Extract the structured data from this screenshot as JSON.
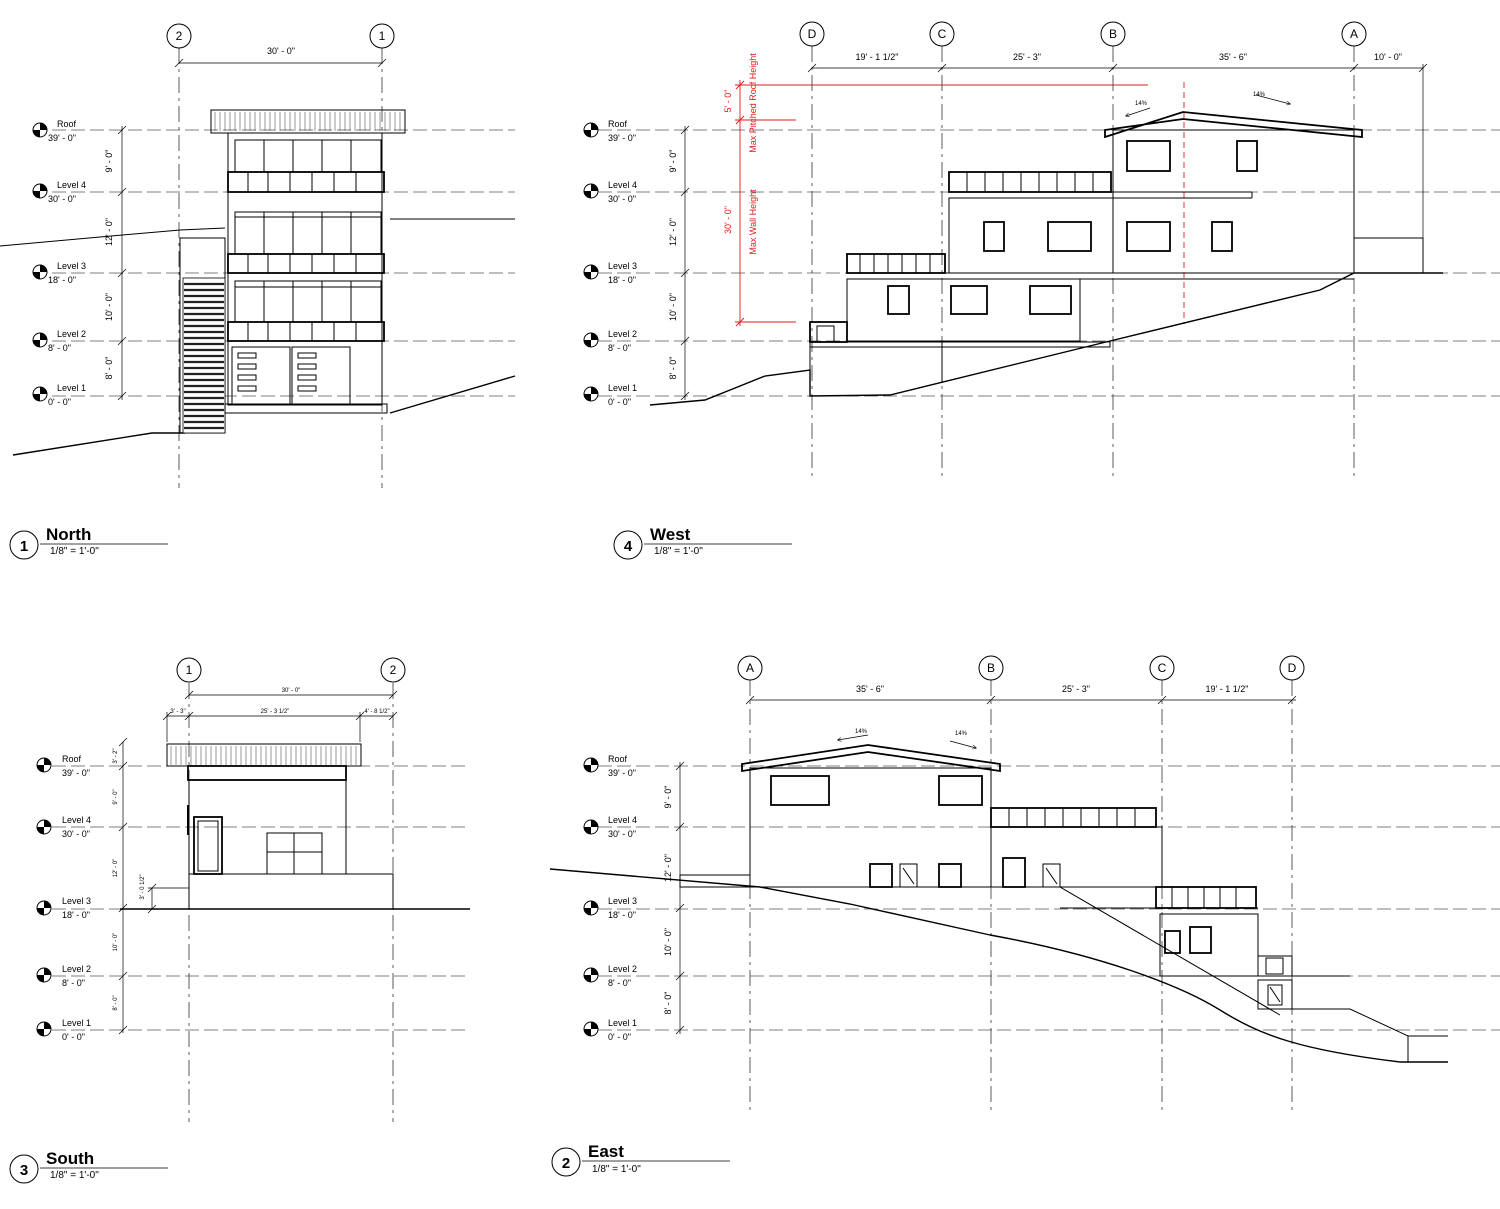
{
  "views": {
    "north": {
      "number": "1",
      "title": "North",
      "scale": "1/8\" = 1'-0\""
    },
    "west": {
      "number": "4",
      "title": "West",
      "scale": "1/8\" = 1'-0\""
    },
    "south": {
      "number": "3",
      "title": "South",
      "scale": "1/8\" = 1'-0\""
    },
    "east": {
      "number": "2",
      "title": "East",
      "scale": "1/8\" = 1'-0\""
    }
  },
  "levels": [
    {
      "name": "Roof",
      "elevation": "39' - 0\""
    },
    {
      "name": "Level 4",
      "elevation": "30' - 0\""
    },
    {
      "name": "Level 3",
      "elevation": "18' - 0\""
    },
    {
      "name": "Level 2",
      "elevation": "8' - 0\""
    },
    {
      "name": "Level 1",
      "elevation": "0' - 0\""
    }
  ],
  "story_heights": [
    "9' - 0\"",
    "12' - 0\"",
    "10' - 0\"",
    "8' - 0\""
  ],
  "grids": {
    "one": "1",
    "two": "2",
    "a": "A",
    "b": "B",
    "c": "C",
    "d": "D"
  },
  "dimensions": {
    "north_width": "30' - 0\"",
    "south_width": "30' - 0\"",
    "south_left": "3' - 3\"",
    "south_mid": "25' - 3 1/2\"",
    "south_right": "4' - 8 1/2\"",
    "south_roof_height": "3' - 2\"",
    "south_step": "3' - 0 1/2\"",
    "d_to_c": "19' - 1 1/2\"",
    "c_to_b": "25' - 3\"",
    "b_to_a": "35' - 6\"",
    "a_to_edge": "10' - 0\""
  },
  "slopes": {
    "roof_left": "14%",
    "roof_right": "14%"
  },
  "west_limits": {
    "roof_allowance": "5' - 0\"",
    "max_pitched_roof_height": "Max Pitched Roof Height",
    "wall_height": "30' - 0\"",
    "max_wall_height": "Max Wall Height"
  },
  "colors": {
    "line": "#000000",
    "limit_line": "#e31b1b"
  }
}
